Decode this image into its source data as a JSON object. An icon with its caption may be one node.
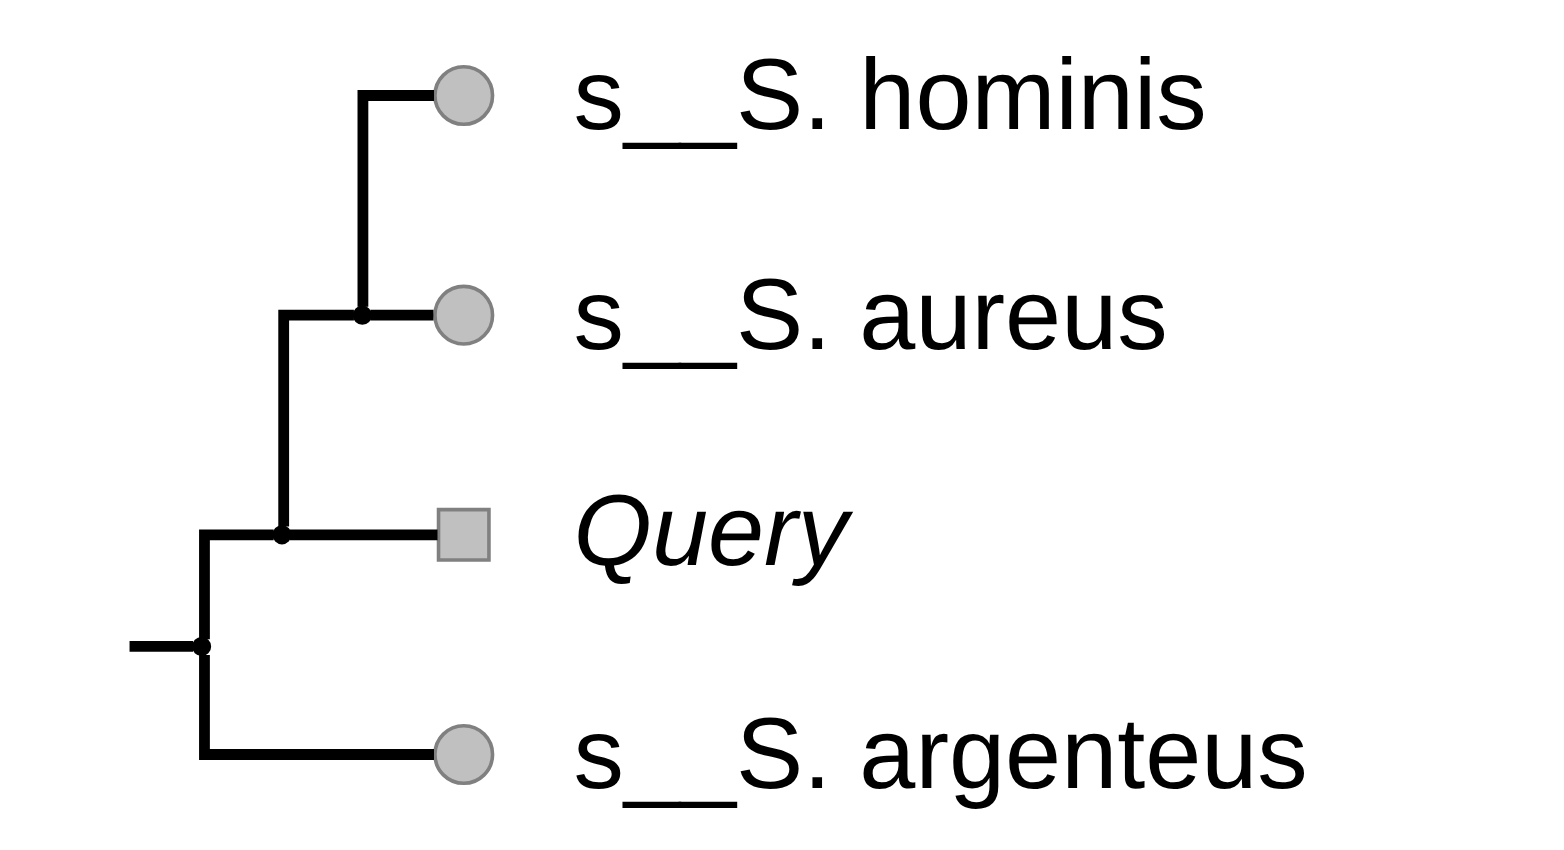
{
  "diagram": {
    "nodes": [
      {
        "text": [],
        "shape": "point"
      },
      {
        "text": [],
        "shape": "point"
      },
      {
        "text": [],
        "shape": "point"
      },
      {
        "text": [],
        "shape": "circle",
        "beside": [
          "s__S. hominis"
        ]
      },
      {
        "text": [],
        "shape": "circle",
        "beside": [
          "s__S. aureus"
        ]
      },
      {
        "text": [],
        "shape": "box",
        "beside": [
          "Query"
        ]
      },
      {
        "text": [],
        "shape": "circle",
        "beside": [
          "s__S. argenteus"
        ]
      }
    ],
    "edges": [
      {
        "from": null,
        "to": 0,
        "arrow": "none"
      },
      {
        "from": 0,
        "to": 1,
        "arrow": "none"
      },
      {
        "from": 1,
        "to": 2,
        "arrow": "none"
      },
      {
        "from": 2,
        "to": 3,
        "arrow": "none"
      },
      {
        "from": 2,
        "to": 4,
        "arrow": "none"
      },
      {
        "from": 1,
        "to": 5,
        "arrow": "none"
      },
      {
        "from": 0,
        "to": 6,
        "arrow": "none"
      }
    ]
  }
}
